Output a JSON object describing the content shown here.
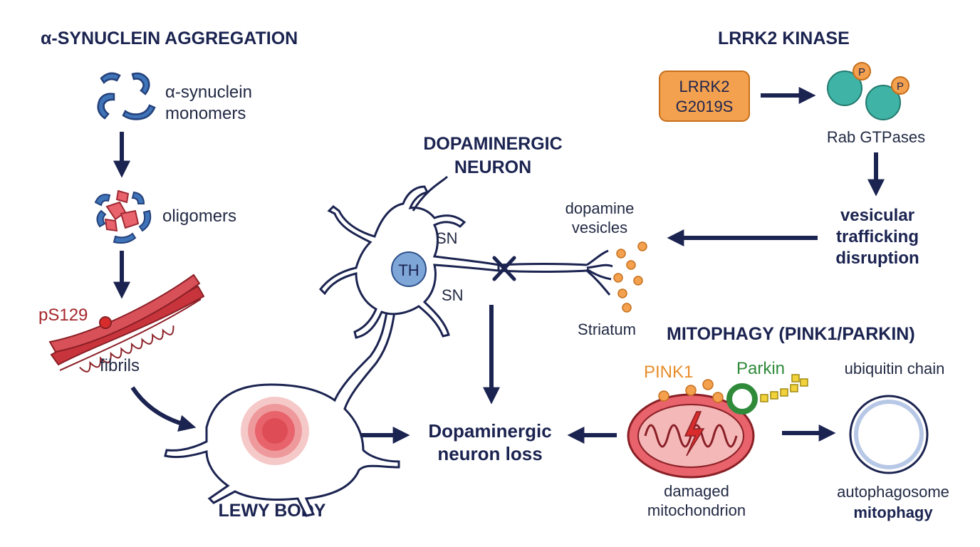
{
  "titles": {
    "aggregation": "α-SYNUCLEIN AGGREGATION",
    "lrrk2": "LRRK2 KINASE",
    "neuron_line1": "DOPAMINERGIC",
    "neuron_line2": "NEURON",
    "mitophagy": "MITOPHAGY (PINK1/PARKIN)",
    "lewy": "LEWY BODY"
  },
  "aggregation": {
    "monomers_line1": "α-synuclein",
    "monomers_line2": "monomers",
    "oligomers": "oligomers",
    "ps129": "pS129",
    "fibrils": "fibrils"
  },
  "neuron": {
    "th": "TH",
    "sn_top": "SN",
    "sn_bottom": "SN",
    "vesicles_line1": "dopamine",
    "vesicles_line2": "vesicles",
    "striatum": "Striatum"
  },
  "lrrk2": {
    "box_line1": "LRRK2",
    "box_line2": "G2019S",
    "phospho": "P",
    "rab": "Rab GTPases",
    "disruption_line1": "vesicular",
    "disruption_line2": "trafficking",
    "disruption_line3": "disruption"
  },
  "outcome": {
    "line1": "Dopaminergic",
    "line2": "neuron loss"
  },
  "mitophagy": {
    "pink1": "PINK1",
    "parkin": "Parkin",
    "ubiquitin": "ubiquitin chain",
    "damaged_line1": "damaged",
    "damaged_line2": "mitochondrion",
    "autophagosome": "autophagosome",
    "mitophagy_word": "mitophagy"
  },
  "colors": {
    "navy": "#1b2350",
    "monomer_blue": "#3f74b9",
    "fibril_red": "#c8343c",
    "lrrk2_orange": "#f3a14e",
    "rab_teal": "#3fb3a5",
    "pink1_orange": "#e88d2a",
    "parkin_green": "#2f8a3a",
    "ubiquitin_yellow": "#f2d23a",
    "lewy_pink": "#e8636b"
  },
  "icons": [
    "lightning-icon",
    "block-x-icon"
  ]
}
